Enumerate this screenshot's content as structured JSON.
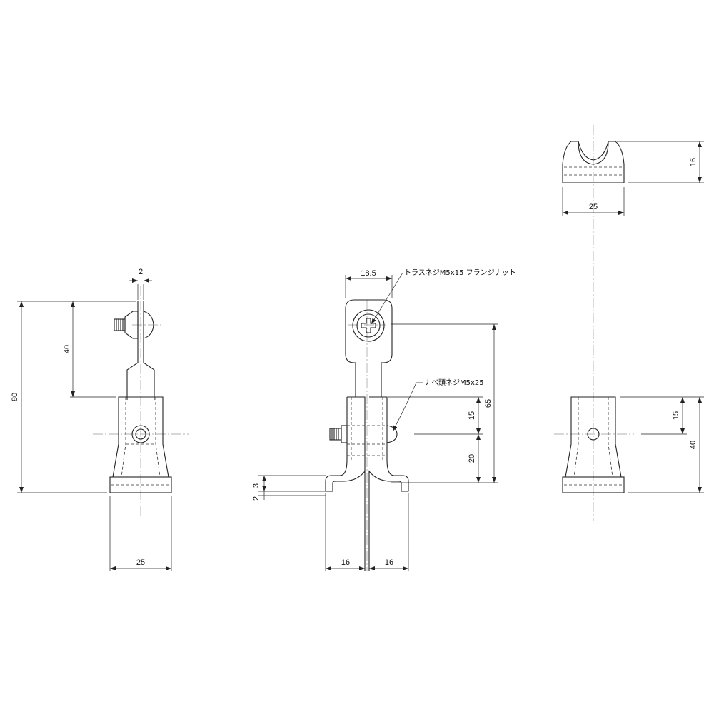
{
  "dimensions": {
    "left_hole_offset": "2",
    "left_total_height": "80",
    "left_upper_height": "40",
    "left_width": "25",
    "front_head_width": "18.5",
    "front_center_to_bottom": "65",
    "front_hole_to_top": "15",
    "front_hole_to_bottom": "20",
    "front_rail_3": "3",
    "front_rail_2": "2",
    "front_half_width_left": "16",
    "front_half_width_right": "16",
    "top_height": "16",
    "top_width": "25",
    "right_hole_to_top": "15",
    "right_total_height": "40"
  },
  "notes": {
    "truss_screw": "トラスネジM5x15 フランジナット",
    "pan_screw": "ナベ頭ネジM5x25"
  }
}
